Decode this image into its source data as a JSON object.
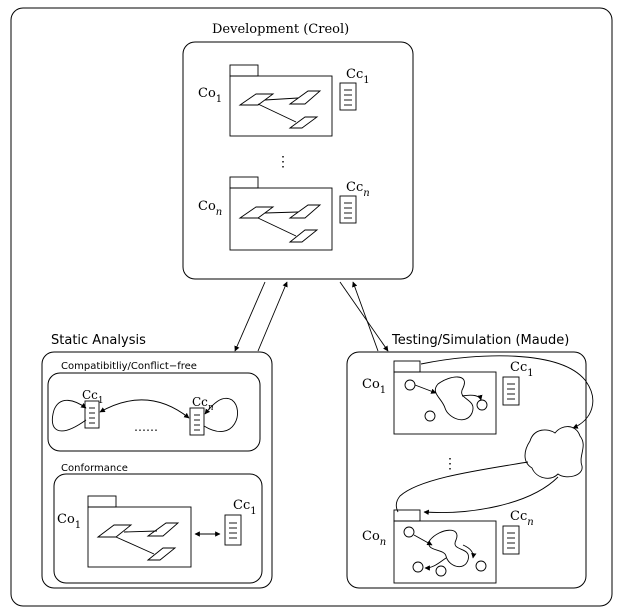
{
  "titles": {
    "development": "Development (Creol)",
    "static_analysis": "Static Analysis",
    "testing": "Testing/Simulation (Maude)",
    "compatibility": "Compatibitliy/Conflict−free",
    "conformance": "Conformance"
  },
  "labels": {
    "co1": "Co",
    "co1_sub": "1",
    "con": "Co",
    "con_sub": "n",
    "cc1": "Cc",
    "cc1_sub": "1",
    "ccn": "Cc",
    "ccn_sub": "n",
    "vdots": "⋮",
    "hdots": "……"
  }
}
